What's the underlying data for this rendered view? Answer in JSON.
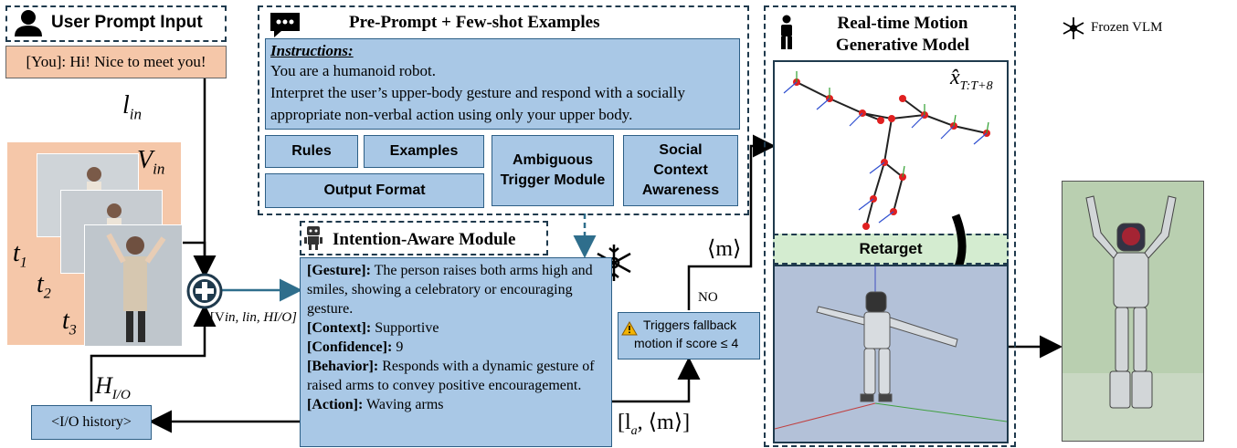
{
  "user_prompt": {
    "title": "User Prompt Input",
    "prompt_text": "[You]: Hi! Nice to meet you!",
    "l_in": "l",
    "l_in_sub": "in",
    "v_in": "V",
    "v_in_sub": "in",
    "t_labels": [
      {
        "base": "t",
        "sub": "1"
      },
      {
        "base": "t",
        "sub": "2"
      },
      {
        "base": "t",
        "sub": "3"
      }
    ]
  },
  "concat_label": "[V",
  "concat_label_rest": "in, l",
  "concat_label_tail": "in, H",
  "concat_label_end": "I/O]",
  "history": {
    "label": "<I/O history>",
    "h_label": "H",
    "h_sub": "I/O"
  },
  "preprompt": {
    "title": "Pre-Prompt + Few-shot Examples",
    "instructions_heading": "Instructions:",
    "line1": "You are a humanoid robot.",
    "line2": "Interpret the user’s upper-body gesture and respond with a socially",
    "line3": "appropriate non-verbal action using only your upper body.",
    "rules": "Rules",
    "examples": "Examples",
    "ambiguous": "Ambiguous Trigger Module",
    "social": "Social Context Awareness",
    "output_format": "Output Format"
  },
  "intention": {
    "title": "Intention-Aware Module",
    "gesture_key": "[Gesture]:",
    "gesture_val": " The person raises both arms high and smiles, showing a celebratory or encouraging gesture.",
    "context_key": "[Context]:",
    "context_val": " Supportive",
    "confidence_key": "[Confidence]:",
    "confidence_val": " 9",
    "behavior_key": "[Behavior]:",
    "behavior_val": " Responds with a dynamic gesture of raised arms to convey positive encouragement.",
    "action_key": "[Action]:",
    "action_val": " Waving arms"
  },
  "fallback": {
    "line1": "Triggers fallback",
    "line2": "motion if score ≤ 4",
    "no_label": "NO",
    "m_label": "⟨m⟩",
    "la_label": "[l",
    "la_sub": "a",
    "la_tail": ", ⟨m⟩]"
  },
  "motion": {
    "title_line1": "Real-time Motion",
    "title_line2": "Generative Model",
    "x_hat": "x̂",
    "x_sub": "T:T+8",
    "retarget": "Retarget"
  },
  "legend": {
    "frozen_label": "Frozen VLM"
  },
  "colors": {
    "accent_blue": "#a9c8e6",
    "peach": "#f5c7a9",
    "retarget_green": "#d4ecd0",
    "arrow_teal": "#2f6e8c",
    "dashed_border": "#1f3a4d"
  }
}
